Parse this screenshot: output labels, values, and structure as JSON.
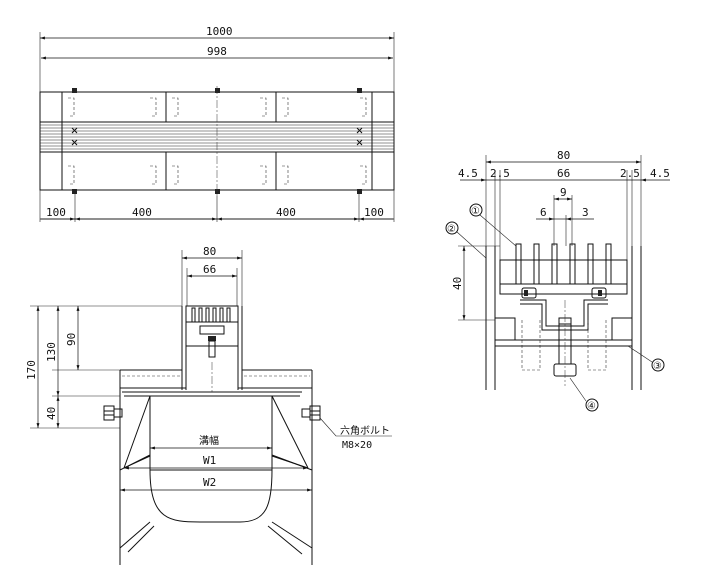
{
  "top_view": {
    "overall_length": "1000",
    "inner_length": "998",
    "seg_end_left": "100",
    "seg_mid_left": "400",
    "seg_mid_right": "400",
    "seg_end_right": "100"
  },
  "section_view": {
    "width_outer": "80",
    "width_inner": "66",
    "height_total": "170",
    "height_130": "130",
    "height_90": "90",
    "height_40": "40",
    "groove_width_label": "溝幅",
    "w1_label": "W1",
    "w2_label": "W2",
    "bolt_label": "六角ボルト",
    "bolt_size": "M8×20"
  },
  "detail_view": {
    "width_outer": "80",
    "edge_left": "4.5",
    "gap_left": "2.5",
    "width_inner": "66",
    "gap_right": "2.5",
    "edge_right": "4.5",
    "pitch": "9",
    "bar_gap": "6",
    "bar_width": "3",
    "height_40": "40",
    "callouts": [
      "①",
      "②",
      "③",
      "④"
    ]
  }
}
